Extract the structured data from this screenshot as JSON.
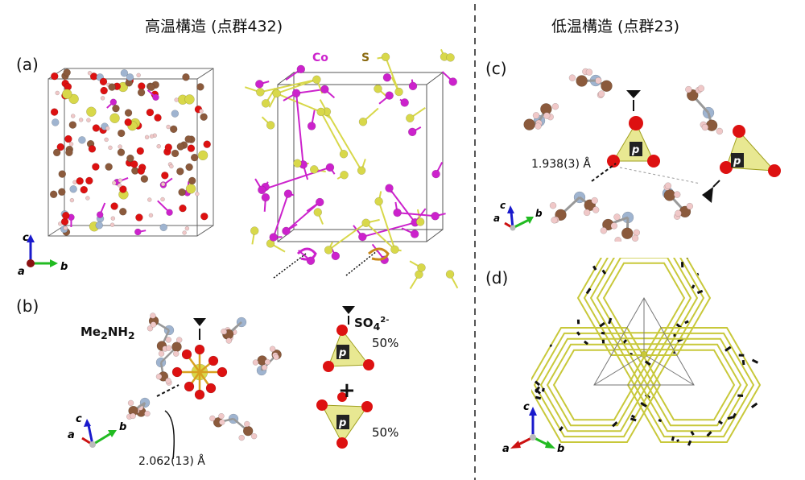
{
  "header": {
    "left_title": "高温構造 (点群432)",
    "right_title": "低温構造 (点群23)"
  },
  "panels": {
    "a": {
      "label": "(a)",
      "co_label": "Co",
      "s_label": "S"
    },
    "b": {
      "label": "(b)",
      "cation_label_main": "Me",
      "cation_label_sub1": "2",
      "cation_label_mid": "NH",
      "cation_label_sub2": "2",
      "anion_label_main": "SO",
      "anion_label_sub": "4",
      "anion_label_sup": "2-",
      "distance": "2.062(13) Å",
      "orientation_top_pct": "50%",
      "orientation_bottom_pct": "50%",
      "plus_sign": "+",
      "p_label": "p"
    },
    "c": {
      "label": "(c)",
      "distance": "1.938(3) Å",
      "p_label": "p"
    },
    "d": {
      "label": "(d)"
    }
  },
  "axes": {
    "a": "a",
    "b": "b",
    "c": "c"
  },
  "colors": {
    "cobalt": "#cc22cc",
    "sulfur": "#d8d84a",
    "oxygen": "#dd1111",
    "carbon": "#8b5a3c",
    "nitrogen": "#9fb4d0",
    "hydrogen": "#f0c8c8",
    "divider": "#555555"
  }
}
